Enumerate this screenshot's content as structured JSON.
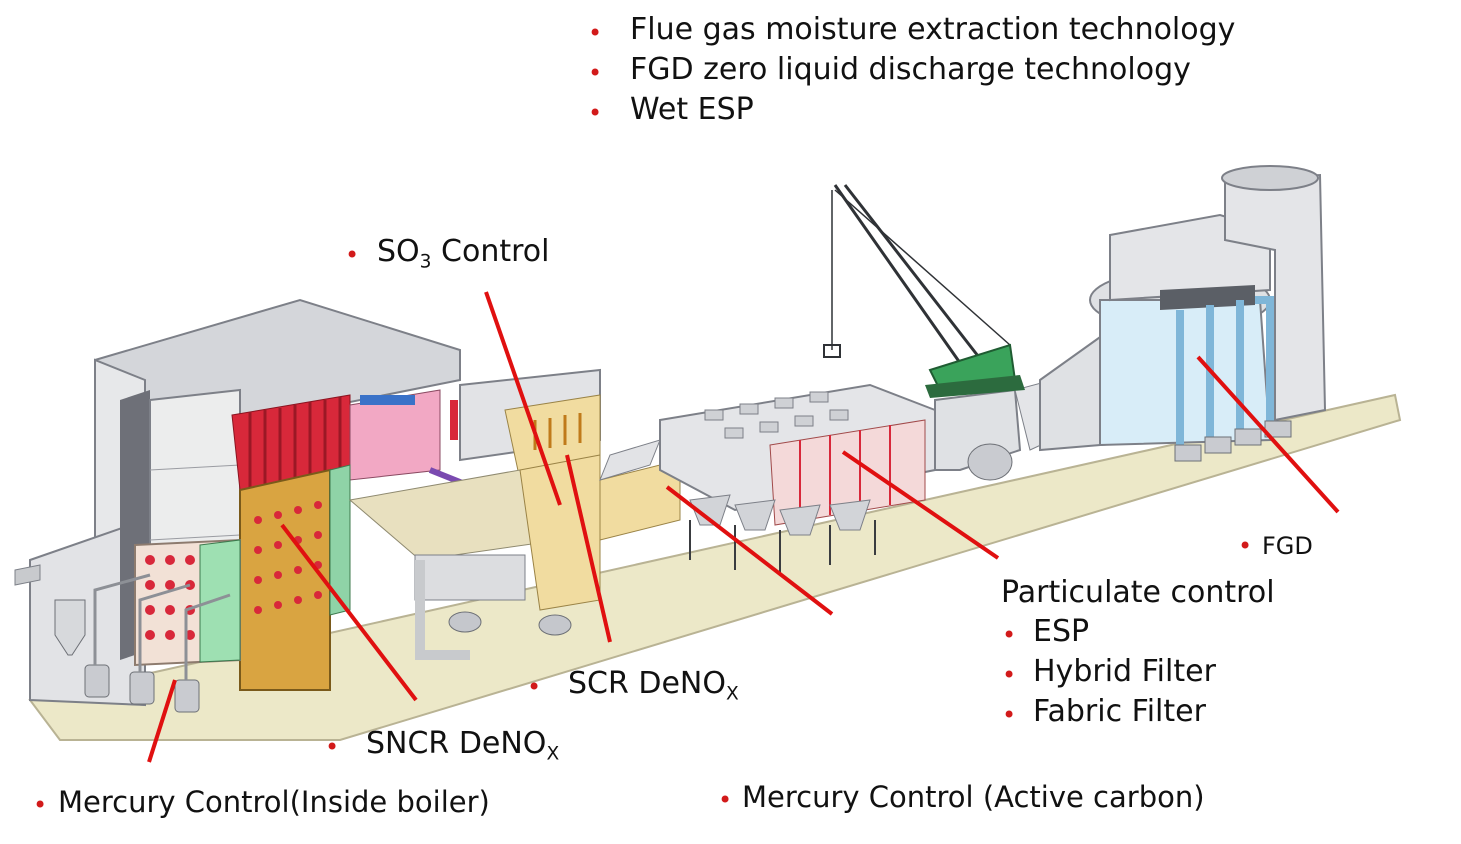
{
  "top_list": {
    "items": [
      "Flue gas moisture extraction technology",
      "FGD zero liquid discharge technology",
      "Wet ESP"
    ]
  },
  "so3": {
    "base": "SO",
    "sub": "3",
    "rest": " Control"
  },
  "scr": {
    "base": "SCR DeNO",
    "sub": "X"
  },
  "sncr": {
    "base": "SNCR DeNO",
    "sub": "X"
  },
  "mercury_boiler": "Mercury Control(Inside boiler)",
  "mercury_carbon": "Mercury Control (Active carbon)",
  "fgd": "FGD",
  "particulate": {
    "title": "Particulate control",
    "items": [
      "ESP",
      "Hybrid Filter",
      "Fabric Filter"
    ]
  },
  "colors": {
    "bullet": "#d21a1a",
    "leader_line": "#e01010",
    "ground": "#ece8c8",
    "equipment_gray": "#dfe1e4",
    "boiler_orange": "#d9a441",
    "tube_red": "#d8283a",
    "duct_yellow": "#f1dca0",
    "pipe_blue": "#7fb6d8"
  },
  "icons": [
    "bullet-dot",
    "boiler-illustration",
    "crane-illustration",
    "stack-illustration"
  ]
}
